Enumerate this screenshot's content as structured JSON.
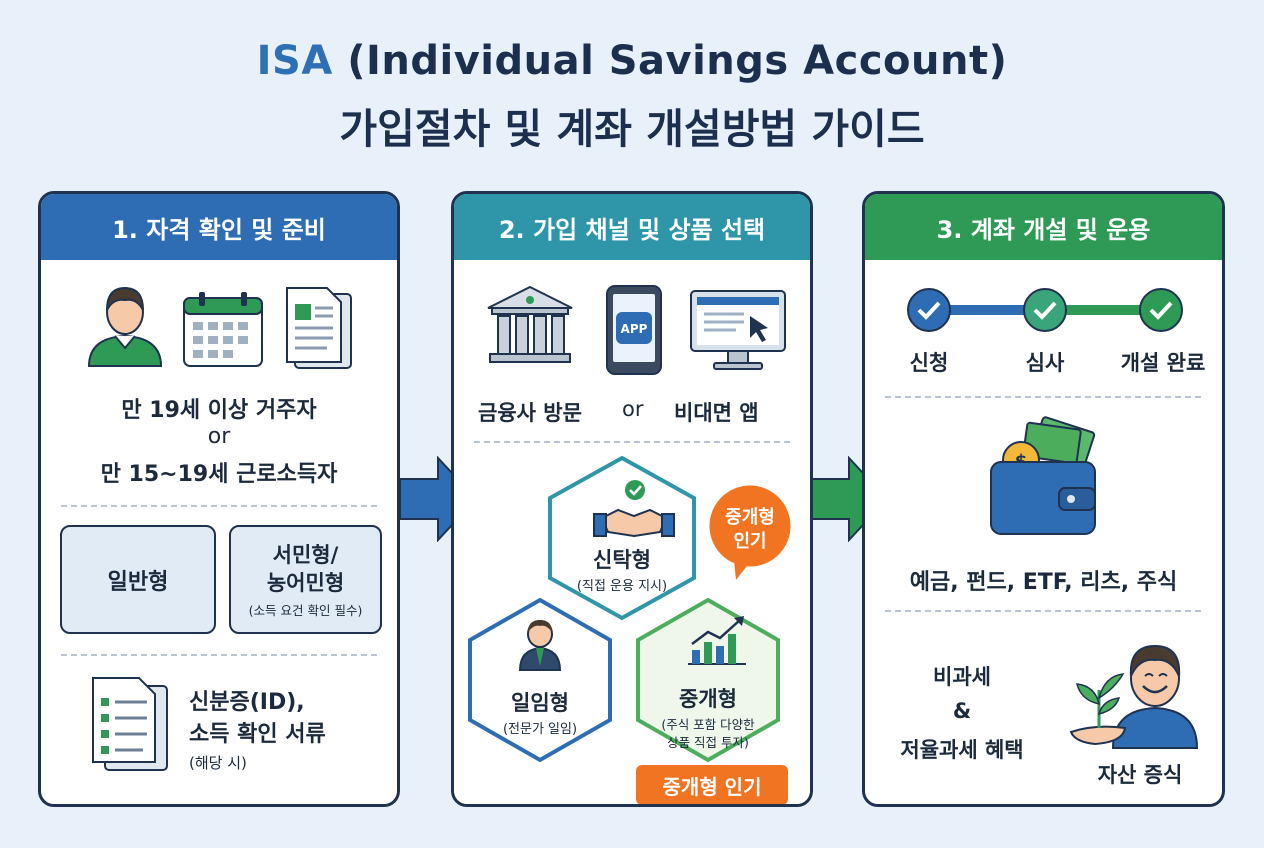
{
  "title": {
    "line1_accent": "ISA",
    "line1_rest": " (Individual Savings Account)",
    "line2": "가입절차 및 계좌 개설방법 가이드"
  },
  "step1": {
    "header": "1. 자격 확인 및 준비",
    "eligibility": {
      "line1": "만 19세 이상 거주자",
      "or": "or",
      "line2": "만 15~19세 근로소득자"
    },
    "type_general": "일반형",
    "type_special": {
      "line1": "서민형/",
      "line2": "농어민형",
      "note": "(소득 요건 확인 필수)"
    },
    "docs": {
      "line1": "신분증(ID),",
      "line2": "소득 확인 서류",
      "note": "(해당 시)"
    }
  },
  "step2": {
    "header": "2. 가입 채널 및 상품 선택",
    "channel_branch": "금융사 방문",
    "channel_or": "or",
    "channel_app": "비대면 앱",
    "app_icon_label": "APP",
    "trust": {
      "label": "신탁형",
      "note": "(직접 운용 지시)"
    },
    "discretionary": {
      "label": "일임형",
      "note": "(전문가 일임)"
    },
    "brokerage": {
      "label": "중개형",
      "note1": "(주식 포함 다양한",
      "note2": "상품 직접 투자)"
    },
    "callout": {
      "line1": "중개형",
      "line2": "인기"
    },
    "badge": "중개형 인기"
  },
  "step3": {
    "header": "3. 계좌 개설 및 운용",
    "progress": [
      "신청",
      "심사",
      "개설 완료"
    ],
    "assets": "예금, 펀드, ETF, 리츠, 주식",
    "benefit": {
      "line1": "비과세",
      "amp": "&",
      "line2": "저율과세 혜택"
    },
    "growth": "자산 증식"
  },
  "colors": {
    "step1": "#2e6db4",
    "step2": "#2f95a8",
    "step3": "#2f9a56",
    "accent": "#f07421",
    "navy": "#1f3350"
  }
}
